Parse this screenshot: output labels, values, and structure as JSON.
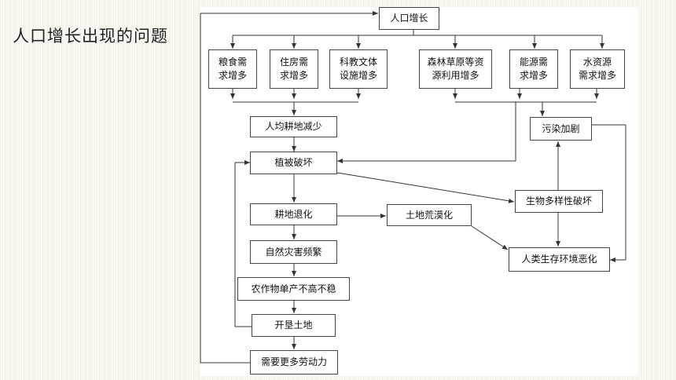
{
  "title": "人口增长出现的问题",
  "nodes": {
    "pop": "人口增长",
    "food": "粮食需\n求增多",
    "housing": "住房需\n求增多",
    "edu": "科教文体\n设施增多",
    "forest": "森林草原等资\n源利用增多",
    "energy": "能源需\n求增多",
    "water": "水资源\n需求增多",
    "farmland": "人均耕地减少",
    "pollution": "污染加剧",
    "vegetation": "植被破坏",
    "biodiv": "生物多样性破坏",
    "degrade": "耕地退化",
    "desert": "土地荒漠化",
    "disaster": "自然灾害频繁",
    "env": "人类生存环境恶化",
    "crop": "农作物单产不高不稳",
    "reclaim": "开垦土地",
    "labor": "需要更多劳动力"
  },
  "colors": {
    "line": "#333333",
    "box_border": "#444444"
  }
}
